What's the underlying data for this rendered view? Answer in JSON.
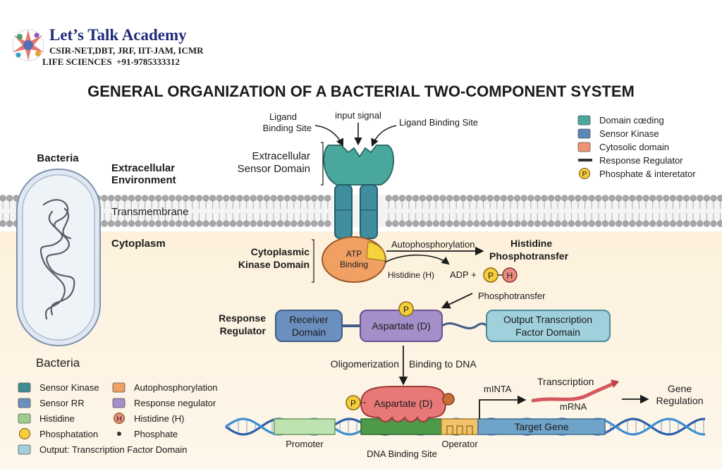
{
  "logo": {
    "name": "Let’s Talk Academy",
    "tagline": "CSIR-NET,DBT, JRF, IIT-JAM, ICMR",
    "contact": "LIFE SCIENCES  +91-9785333312"
  },
  "title": "GENERAL ORGANIZATION OF A BACTERIAL TWO-COMPONENT SYSTEM",
  "environment": {
    "extracellular_1": "Extracellular",
    "extracellular_2": "Environment",
    "transmembrane": "Transmembrane",
    "cytoplasm": "Cytoplasm"
  },
  "bacteria": {
    "top_label": "Bacteria",
    "bottom_label": "Bacteria"
  },
  "sensor": {
    "ligand_site_left_1": "Ligand",
    "ligand_site_left_2": "Binding Site",
    "input_signal": "input signal",
    "ligand_site_right": "Ligand Binding Site",
    "extracellular_domain_1": "Extracellular",
    "extracellular_domain_2": "Sensor Domain",
    "kinase_domain_1": "Cytoplasmic",
    "kinase_domain_2": "Kinase Domain",
    "atp_1": "ATP",
    "atp_2": "Binding",
    "autophosphorylation": "Autophosphorylation",
    "histidine_h": "Histidine (H)",
    "adp": "ADP +",
    "p": "P",
    "h": "H",
    "hpt_1": "Histidine",
    "hpt_2": "Phosphotransfer",
    "phosphotransfer": "Phosphotransfer"
  },
  "regulator": {
    "label_1": "Response",
    "label_2": "Regulator",
    "receiver_1": "Receiver",
    "receiver_2": "Domain",
    "aspartate": "Aspartate (D)",
    "p": "P",
    "output_1": "Output Transcription",
    "output_2": "Factor Domain"
  },
  "process": {
    "oligomerization": "Oligomerization",
    "binding_to_dna": "Binding to DNA"
  },
  "dna": {
    "aspartate": "Aspartate (D)",
    "p": "P",
    "minta": "mINTA",
    "transcription": "Transcription",
    "mrna": "mRNA",
    "gene_regulation_1": "Gene",
    "gene_regulation_2": "Regulation",
    "target_gene": "Target Gene",
    "promoter": "Promoter",
    "dna_binding_site": "DNA Binding Site",
    "operator": "Operator"
  },
  "legend_top": [
    {
      "label": "Domain cœding",
      "color": "#4aa79b",
      "kind": "box"
    },
    {
      "label": "Sensor Kinase",
      "color": "#5b86b8",
      "kind": "box"
    },
    {
      "label": "Cytosolic domain",
      "color": "#ef9470",
      "kind": "box"
    },
    {
      "label": "Response Regulator",
      "color": "#333333",
      "kind": "line"
    },
    {
      "label": "Phosphate & interetator",
      "color": "#f6cd3a",
      "kind": "circle",
      "glyph": "P"
    }
  ],
  "legend_bottom": [
    {
      "label": "Sensor Kinase",
      "color": "#3f8d93",
      "kind": "box"
    },
    {
      "label": "Autophosphorylation",
      "color": "#f0a062",
      "kind": "box"
    },
    {
      "label": "Sensor RR",
      "color": "#6b8fbf",
      "kind": "box"
    },
    {
      "label": "Response negulator",
      "color": "#a58fc8",
      "kind": "box"
    },
    {
      "label": "Histidine",
      "color": "#9ccf8c",
      "kind": "box"
    },
    {
      "label": "Histidine (H)",
      "color": "#e88a80",
      "kind": "circle",
      "glyph": "H"
    },
    {
      "label": "Phosphatation",
      "color": "#f6cd3a",
      "kind": "circle",
      "glyph": ""
    },
    {
      "label": "Phosphate",
      "color": "#333333",
      "kind": "dot"
    },
    {
      "label": "Output: Transcription Factor Domain",
      "color": "#9fd0dc",
      "kind": "box"
    }
  ]
}
